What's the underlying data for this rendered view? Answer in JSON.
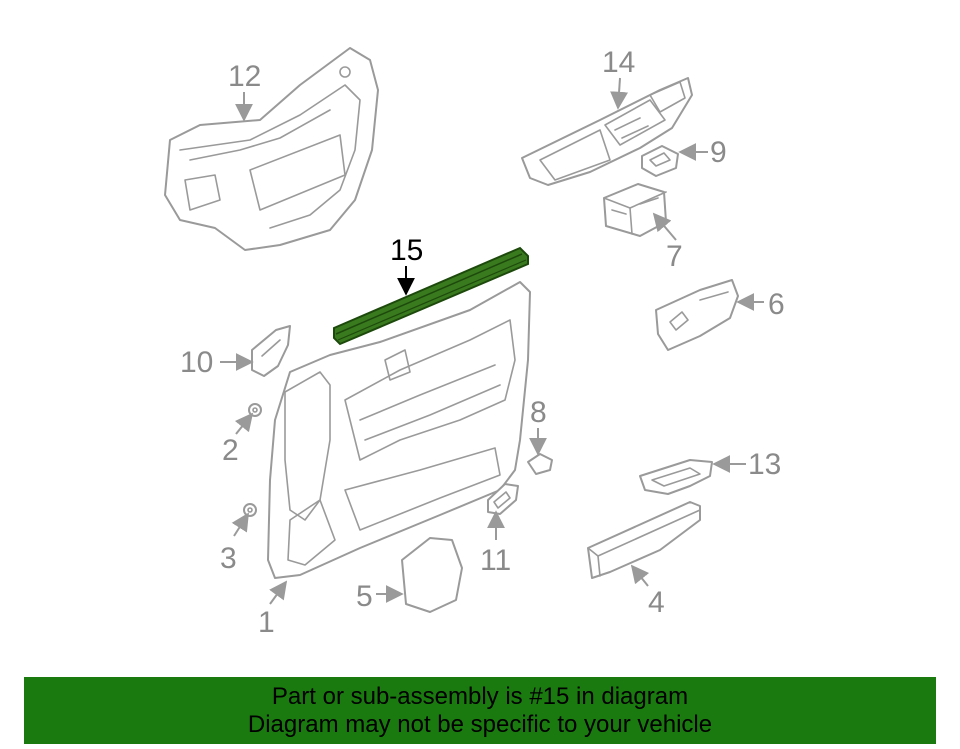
{
  "diagram": {
    "highlight_color": "#3a7a1e",
    "highlighted_part": "15",
    "callouts": [
      "1",
      "2",
      "3",
      "4",
      "5",
      "6",
      "7",
      "8",
      "9",
      "10",
      "11",
      "12",
      "13",
      "14",
      "15"
    ]
  },
  "banner": {
    "background": "#1a7a0f",
    "line1": "Part or sub-assembly is #15 in diagram",
    "line2": "Diagram may not be specific to your vehicle"
  }
}
